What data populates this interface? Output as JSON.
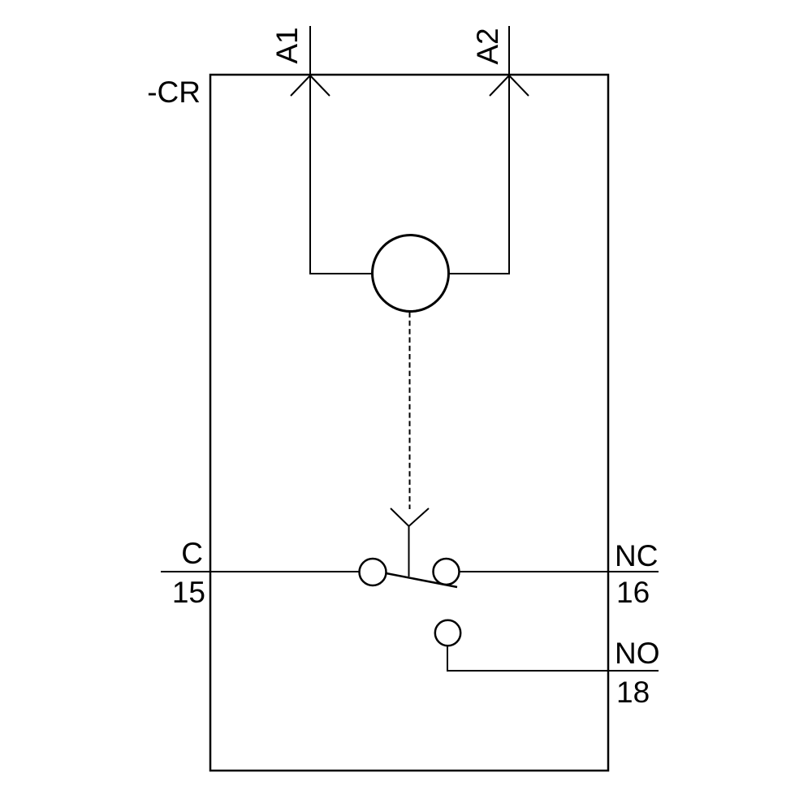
{
  "diagram": {
    "kind": "relay-wiring-schematic",
    "colors": {
      "background": "#ffffff",
      "line": "#000000",
      "text": "#000000"
    },
    "device_label": "-CR",
    "coil": {
      "terminal_left": "A1",
      "terminal_right": "A2"
    },
    "contacts": {
      "common": {
        "label": "C",
        "terminal": "15"
      },
      "normally_closed": {
        "label": "NC",
        "terminal": "16"
      },
      "normally_open": {
        "label": "NO",
        "terminal": "18"
      }
    }
  }
}
